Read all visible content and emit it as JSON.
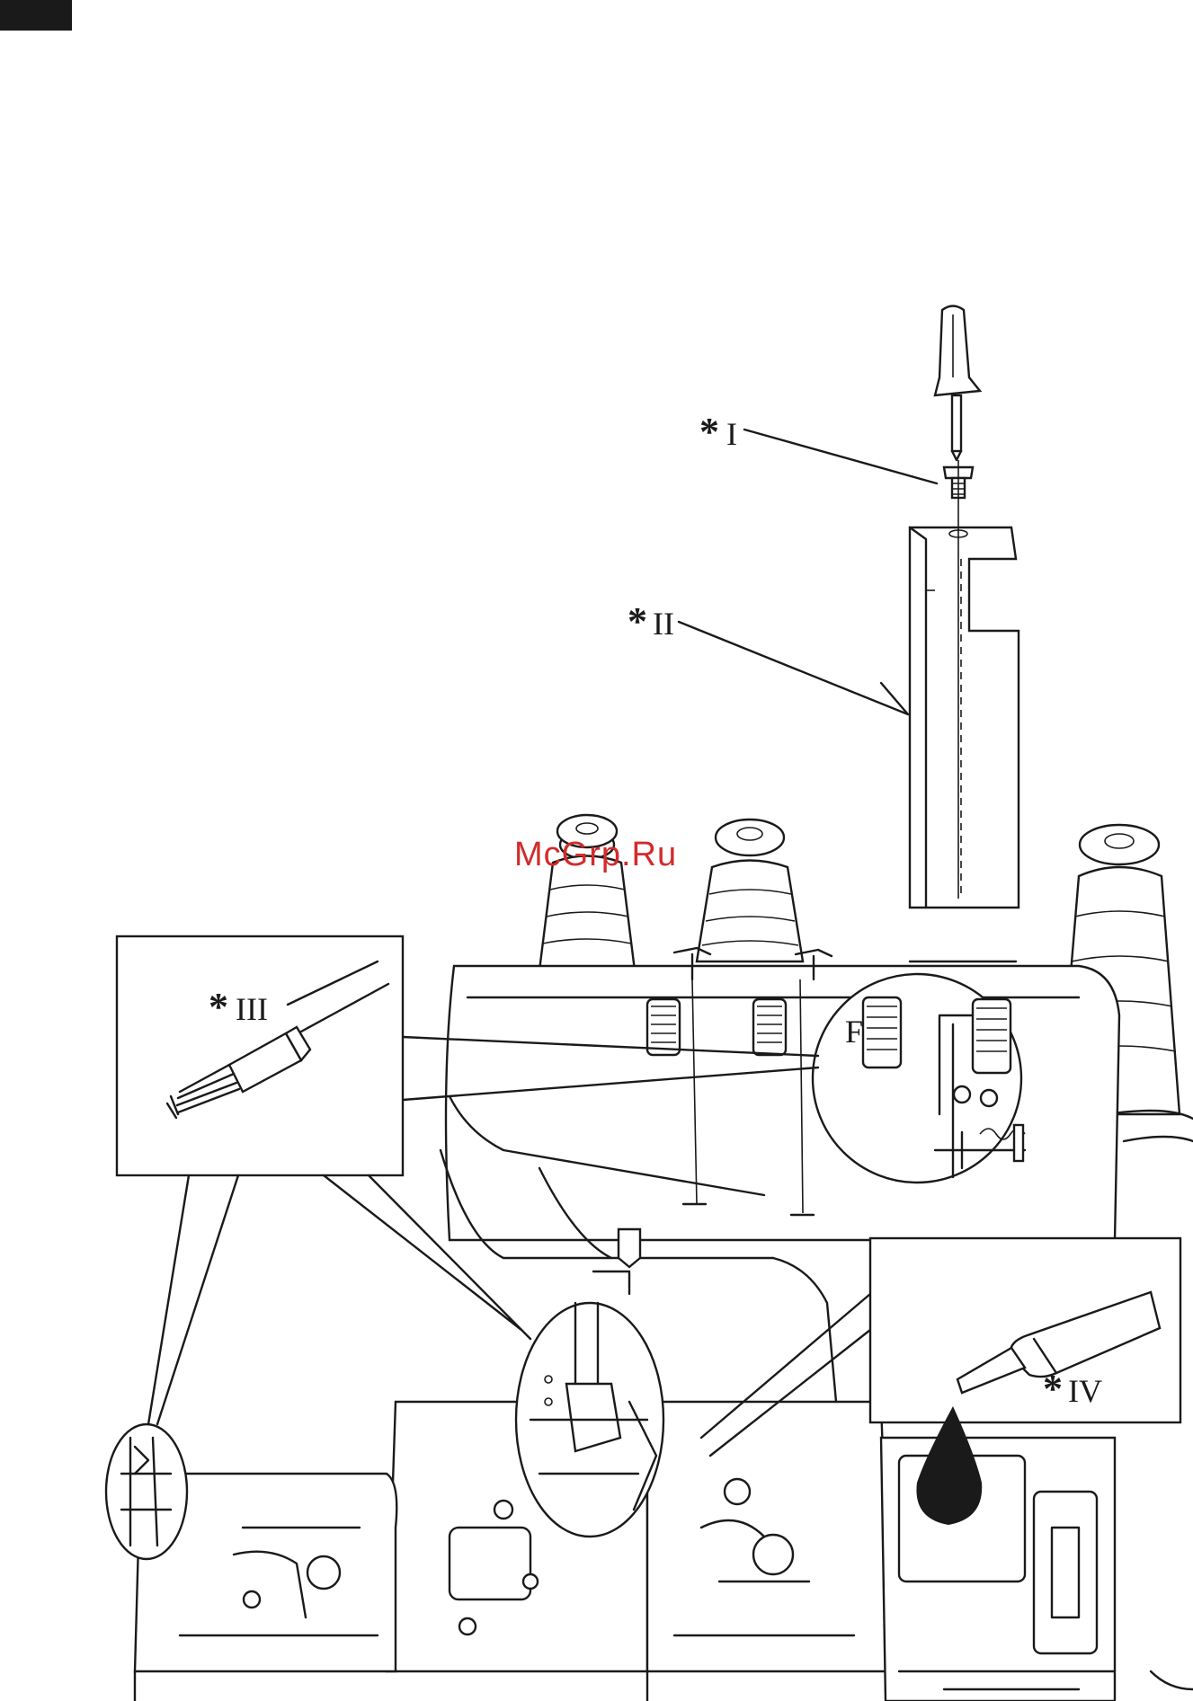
{
  "labels": {
    "screw": {
      "star": "*",
      "roman": "I"
    },
    "cover": {
      "star": "*",
      "roman": "II"
    },
    "brush": {
      "star": "*",
      "roman": "III"
    },
    "oil": {
      "star": "*",
      "roman": "IV"
    }
  },
  "watermark": "McGrp.Ru",
  "inner_mark": "F",
  "colors": {
    "ink": "#1a1a1a",
    "watermark": "#d22b2b",
    "background": "#ffffff"
  },
  "icons": [
    "screwdriver-icon",
    "screw-icon",
    "brush-icon",
    "oil-can-icon",
    "oil-drop-icon"
  ]
}
